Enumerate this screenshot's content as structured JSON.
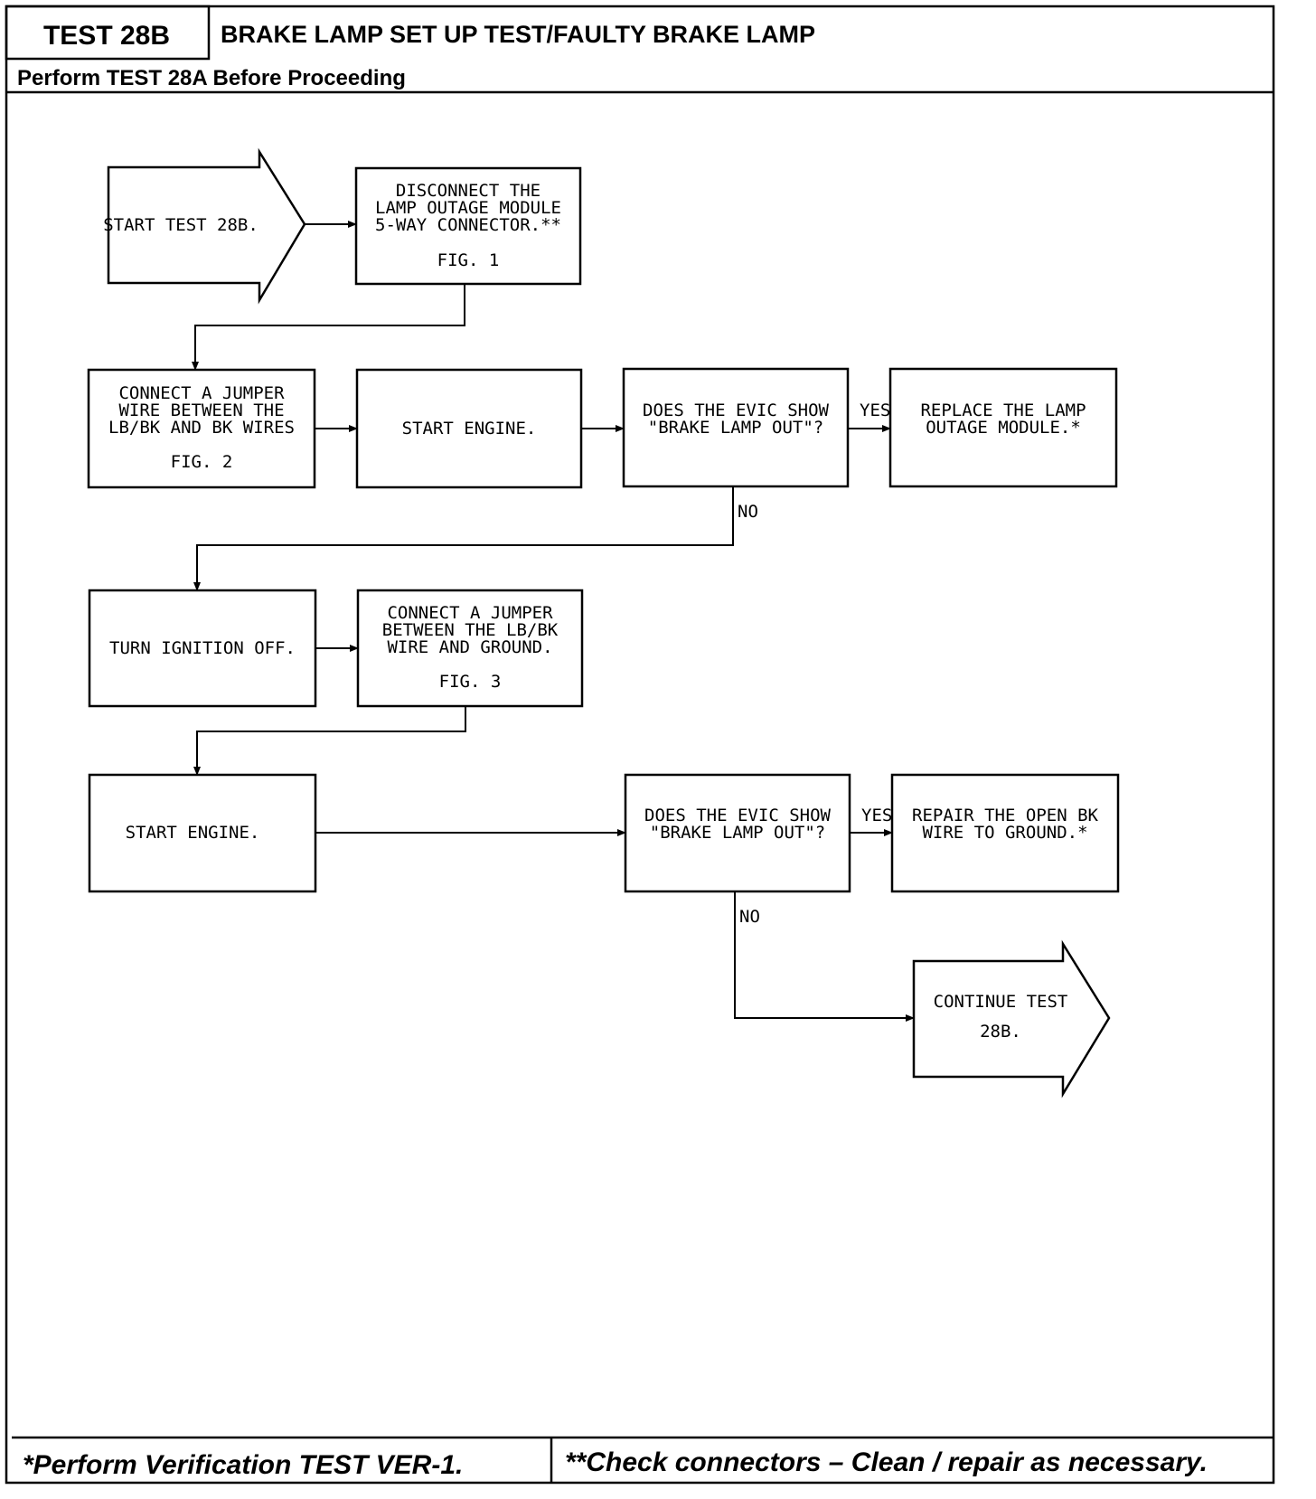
{
  "header": {
    "test_id": "TEST 28B",
    "title": "BRAKE LAMP SET UP TEST/FAULTY BRAKE LAMP",
    "prerequisite": "Perform TEST 28A Before Proceeding"
  },
  "flow": {
    "start": [
      "START TEST 28B."
    ],
    "disconnect": [
      "DISCONNECT THE",
      "LAMP OUTAGE MODULE",
      "5-WAY CONNECTOR.**",
      "FIG. 1"
    ],
    "connect_jumper_1": [
      "CONNECT A JUMPER",
      "WIRE BETWEEN THE",
      "LB/BK AND BK WIRES",
      "FIG. 2"
    ],
    "start_engine_1": [
      "START ENGINE."
    ],
    "question_1": [
      "DOES THE EVIC SHOW",
      "\"BRAKE LAMP OUT\"?"
    ],
    "replace_module": [
      "REPLACE THE LAMP",
      "OUTAGE MODULE.*"
    ],
    "turn_ignition_off": [
      "TURN IGNITION OFF."
    ],
    "connect_jumper_2": [
      "CONNECT A JUMPER",
      "BETWEEN THE LB/BK",
      "WIRE AND GROUND.",
      "FIG. 3"
    ],
    "start_engine_2": [
      "START ENGINE."
    ],
    "question_2": [
      "DOES THE EVIC SHOW",
      "\"BRAKE LAMP OUT\"?"
    ],
    "repair_wire": [
      "REPAIR THE OPEN BK",
      "WIRE TO GROUND.*"
    ],
    "continue": [
      "CONTINUE TEST",
      "28B."
    ],
    "yes_label": "YES",
    "no_label": "NO"
  },
  "footer": {
    "left": "*Perform Verification TEST VER-1.",
    "right": "**Check connectors – Clean / repair as necessary."
  }
}
